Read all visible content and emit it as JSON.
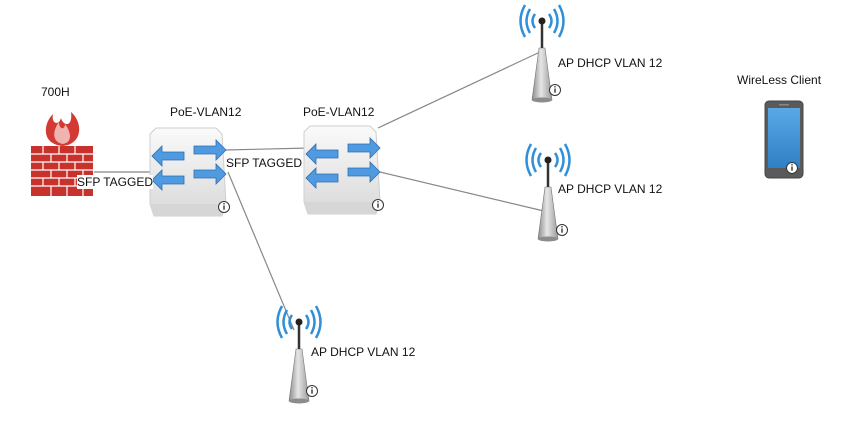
{
  "nodes": {
    "firewall": {
      "label": "700H",
      "icon": "firewall-icon",
      "color": "#c0302a"
    },
    "switch_left": {
      "label": "PoE-VLAN12",
      "icon": "switch-icon",
      "color": "#4a90d9"
    },
    "switch_right": {
      "label": "PoE-VLAN12",
      "icon": "switch-icon",
      "color": "#4a90d9"
    },
    "ap_top": {
      "label": "AP DHCP VLAN 12",
      "icon": "access-point-icon"
    },
    "ap_mid": {
      "label": "AP DHCP VLAN 12",
      "icon": "access-point-icon"
    },
    "ap_bottom": {
      "label": "AP DHCP VLAN 12",
      "icon": "access-point-icon"
    },
    "client": {
      "label": "WireLess Client",
      "icon": "smartphone-icon"
    }
  },
  "edges": {
    "firewall_to_switch_left": {
      "label": "SFP TAGGED"
    },
    "switch_left_to_switch_right": {
      "label": "SFP TAGGED"
    }
  },
  "info_icon": "info-icon"
}
